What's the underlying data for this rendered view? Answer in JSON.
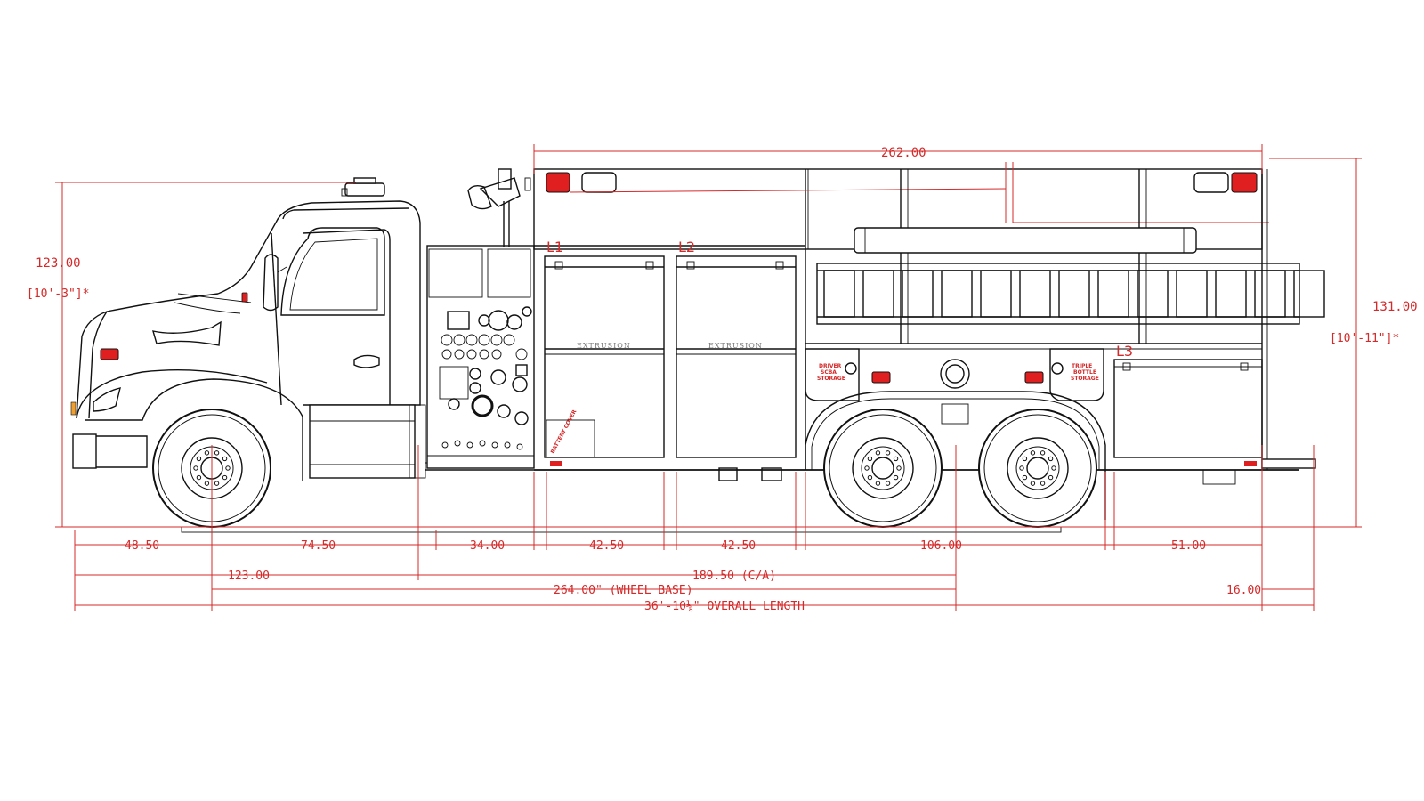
{
  "title": "",
  "colors": {
    "dimension_line": "#d42a2a",
    "outline": "#111111",
    "background": "#ffffff",
    "marker_light": "#e02020",
    "amber": "#f0a030"
  },
  "dimensions": {
    "top_body_length": "262.00",
    "height_left": "123.00",
    "height_left_ft": "[10'-3\"]*",
    "height_right": "131.00",
    "height_right_ft": "[10'-11\"]*",
    "row1": [
      "48.50",
      "74.50",
      "34.00",
      "42.50",
      "42.50",
      "106.00",
      "51.00"
    ],
    "bumper_to_axle": "123.00",
    "cab_to_axle": "189.50 (C/A)",
    "rear_overhang": "16.00",
    "wheel_base": "264.00\" (WHEEL BASE)",
    "overall_length": "36'-10⅛\" OVERALL LENGTH"
  },
  "compartments": {
    "l1": "L1",
    "l2": "L2",
    "l3": "L3",
    "extrusion": "EXTRUSION",
    "battery_cover": "BATTERY COVER",
    "driver_scba": [
      "DRIVER",
      "SCBA",
      "STORAGE"
    ],
    "triple_bottle": [
      "TRIPLE",
      "BOTTLE",
      "STORAGE"
    ]
  }
}
